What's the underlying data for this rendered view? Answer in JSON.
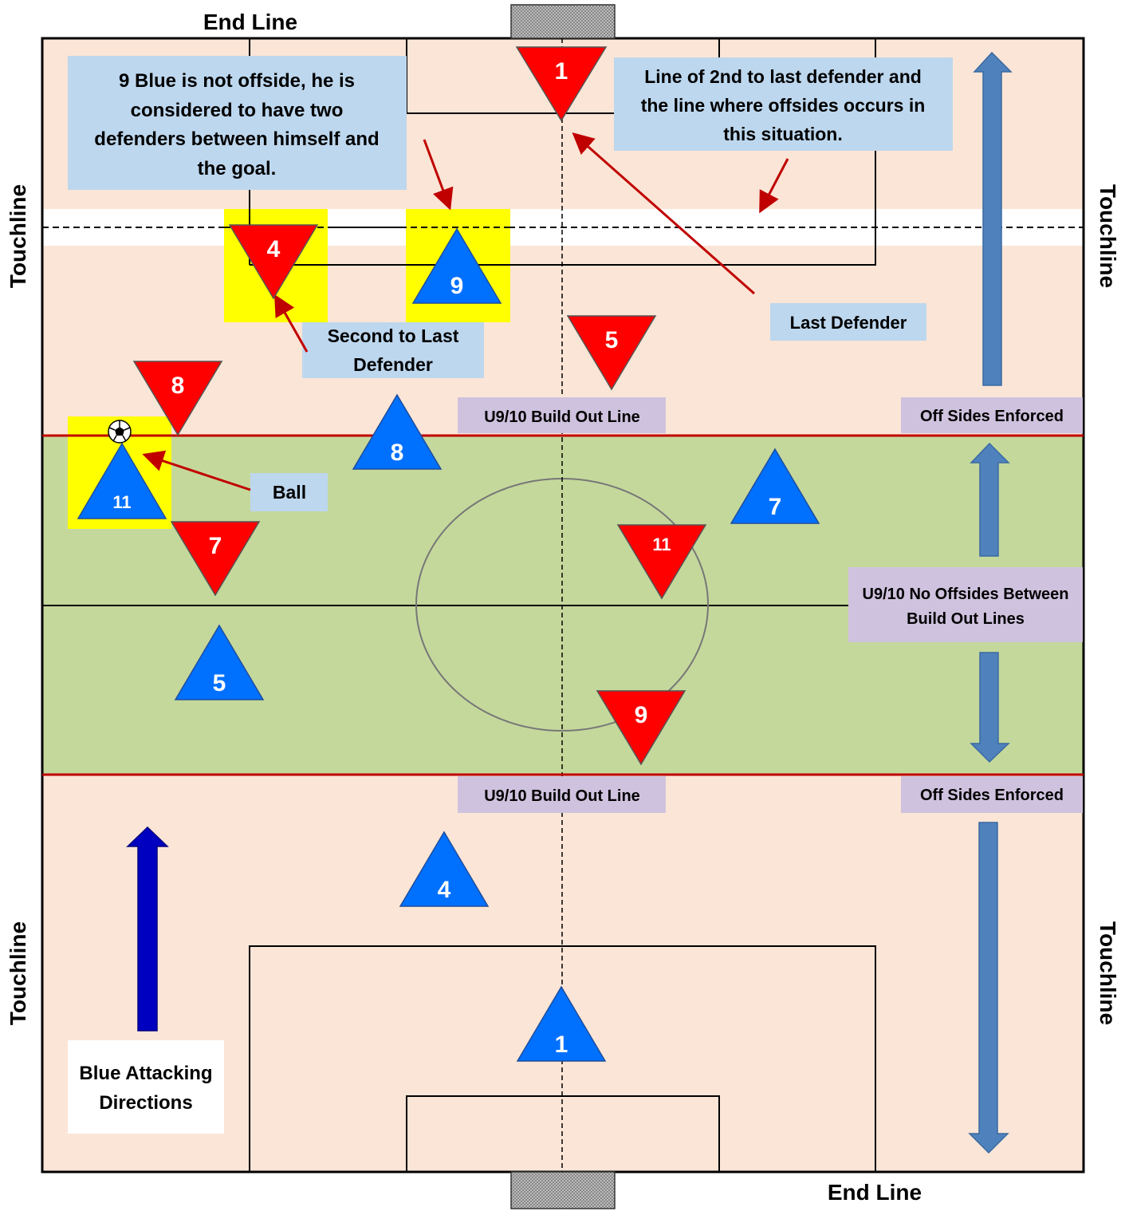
{
  "field_labels": {
    "end_line_top": "End Line",
    "end_line_bottom": "End Line",
    "touchline_left_top": "Touchline",
    "touchline_left_bottom": "Touchline",
    "touchline_right_top": "Touchline",
    "touchline_right_bottom": "Touchline"
  },
  "callouts": {
    "not_offside": [
      "9 Blue is not offside, he is",
      "considered to have two",
      "defenders between himself and",
      "the goal."
    ],
    "second_last_line": [
      "Line of 2nd to last defender and",
      "the line where offsides occurs in",
      "this situation."
    ],
    "last_defender": "Last Defender",
    "second_to_last_defender": [
      "Second to Last",
      "Defender"
    ],
    "ball": "Ball",
    "build_out_top": "U9/10 Build Out Line",
    "build_out_bottom": "U9/10 Build Out Line",
    "offsides_enforced_top": "Off Sides Enforced",
    "offsides_enforced_bottom": "Off Sides Enforced",
    "no_offsides_zone": [
      "U9/10 No Offsides Between",
      "Build Out Lines"
    ],
    "blue_attacking": [
      "Blue Attacking",
      "Directions"
    ]
  },
  "players": {
    "red": [
      "1",
      "4",
      "5",
      "8",
      "7",
      "11",
      "9"
    ],
    "blue": [
      "9",
      "8",
      "11",
      "7",
      "5",
      "4",
      "1"
    ]
  },
  "colors": {
    "red_team": "#ff0000",
    "blue_team": "#0070ff",
    "highlight": "#ffff00",
    "field_zone": "#fbe5d6",
    "no_offside_zone": "#c5d89c",
    "callout_box": "#bdd7ee",
    "build_out_box": "#cfc2de",
    "build_out_line": "#c00000",
    "direction_arrow": "#4f81bd",
    "attack_arrow": "#0000c0"
  },
  "icons": {
    "ball": "soccer-ball-icon"
  }
}
